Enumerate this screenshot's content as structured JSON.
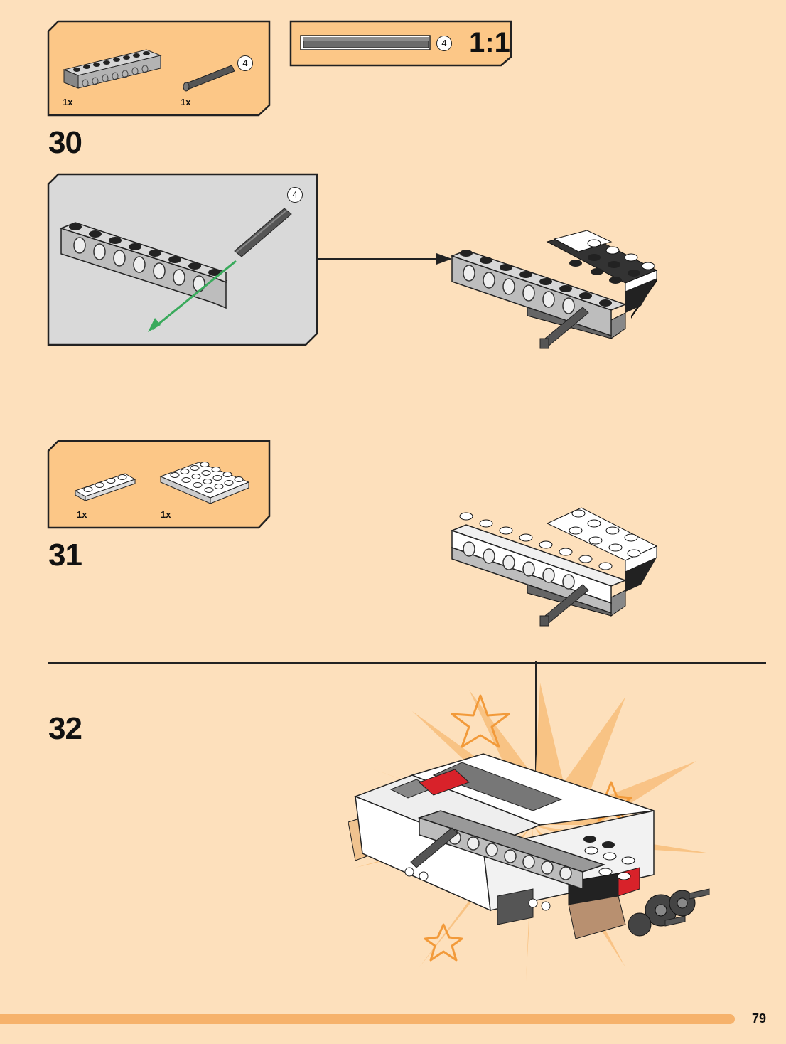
{
  "colors": {
    "page_background": "#fde0bc",
    "panel_background": "#fcc787",
    "callout_background": "#d9d9d9",
    "arrow_green": "#3aaa5c",
    "footer_bar": "#f6b26b",
    "accent_red": "#d8222a"
  },
  "step30": {
    "number": "30",
    "parts": [
      {
        "name": "technic-beam-1x8",
        "qty": "1x"
      },
      {
        "name": "axle-4",
        "qty": "1x",
        "badge": "4"
      }
    ],
    "callout_badge": "4"
  },
  "axle_scale": {
    "badge": "4",
    "scale": "1:1"
  },
  "step31": {
    "number": "31",
    "parts": [
      {
        "name": "plate-1x4-white",
        "qty": "1x"
      },
      {
        "name": "plate-4x4-white",
        "qty": "1x"
      }
    ]
  },
  "step32": {
    "number": "32"
  },
  "page_number": "79"
}
